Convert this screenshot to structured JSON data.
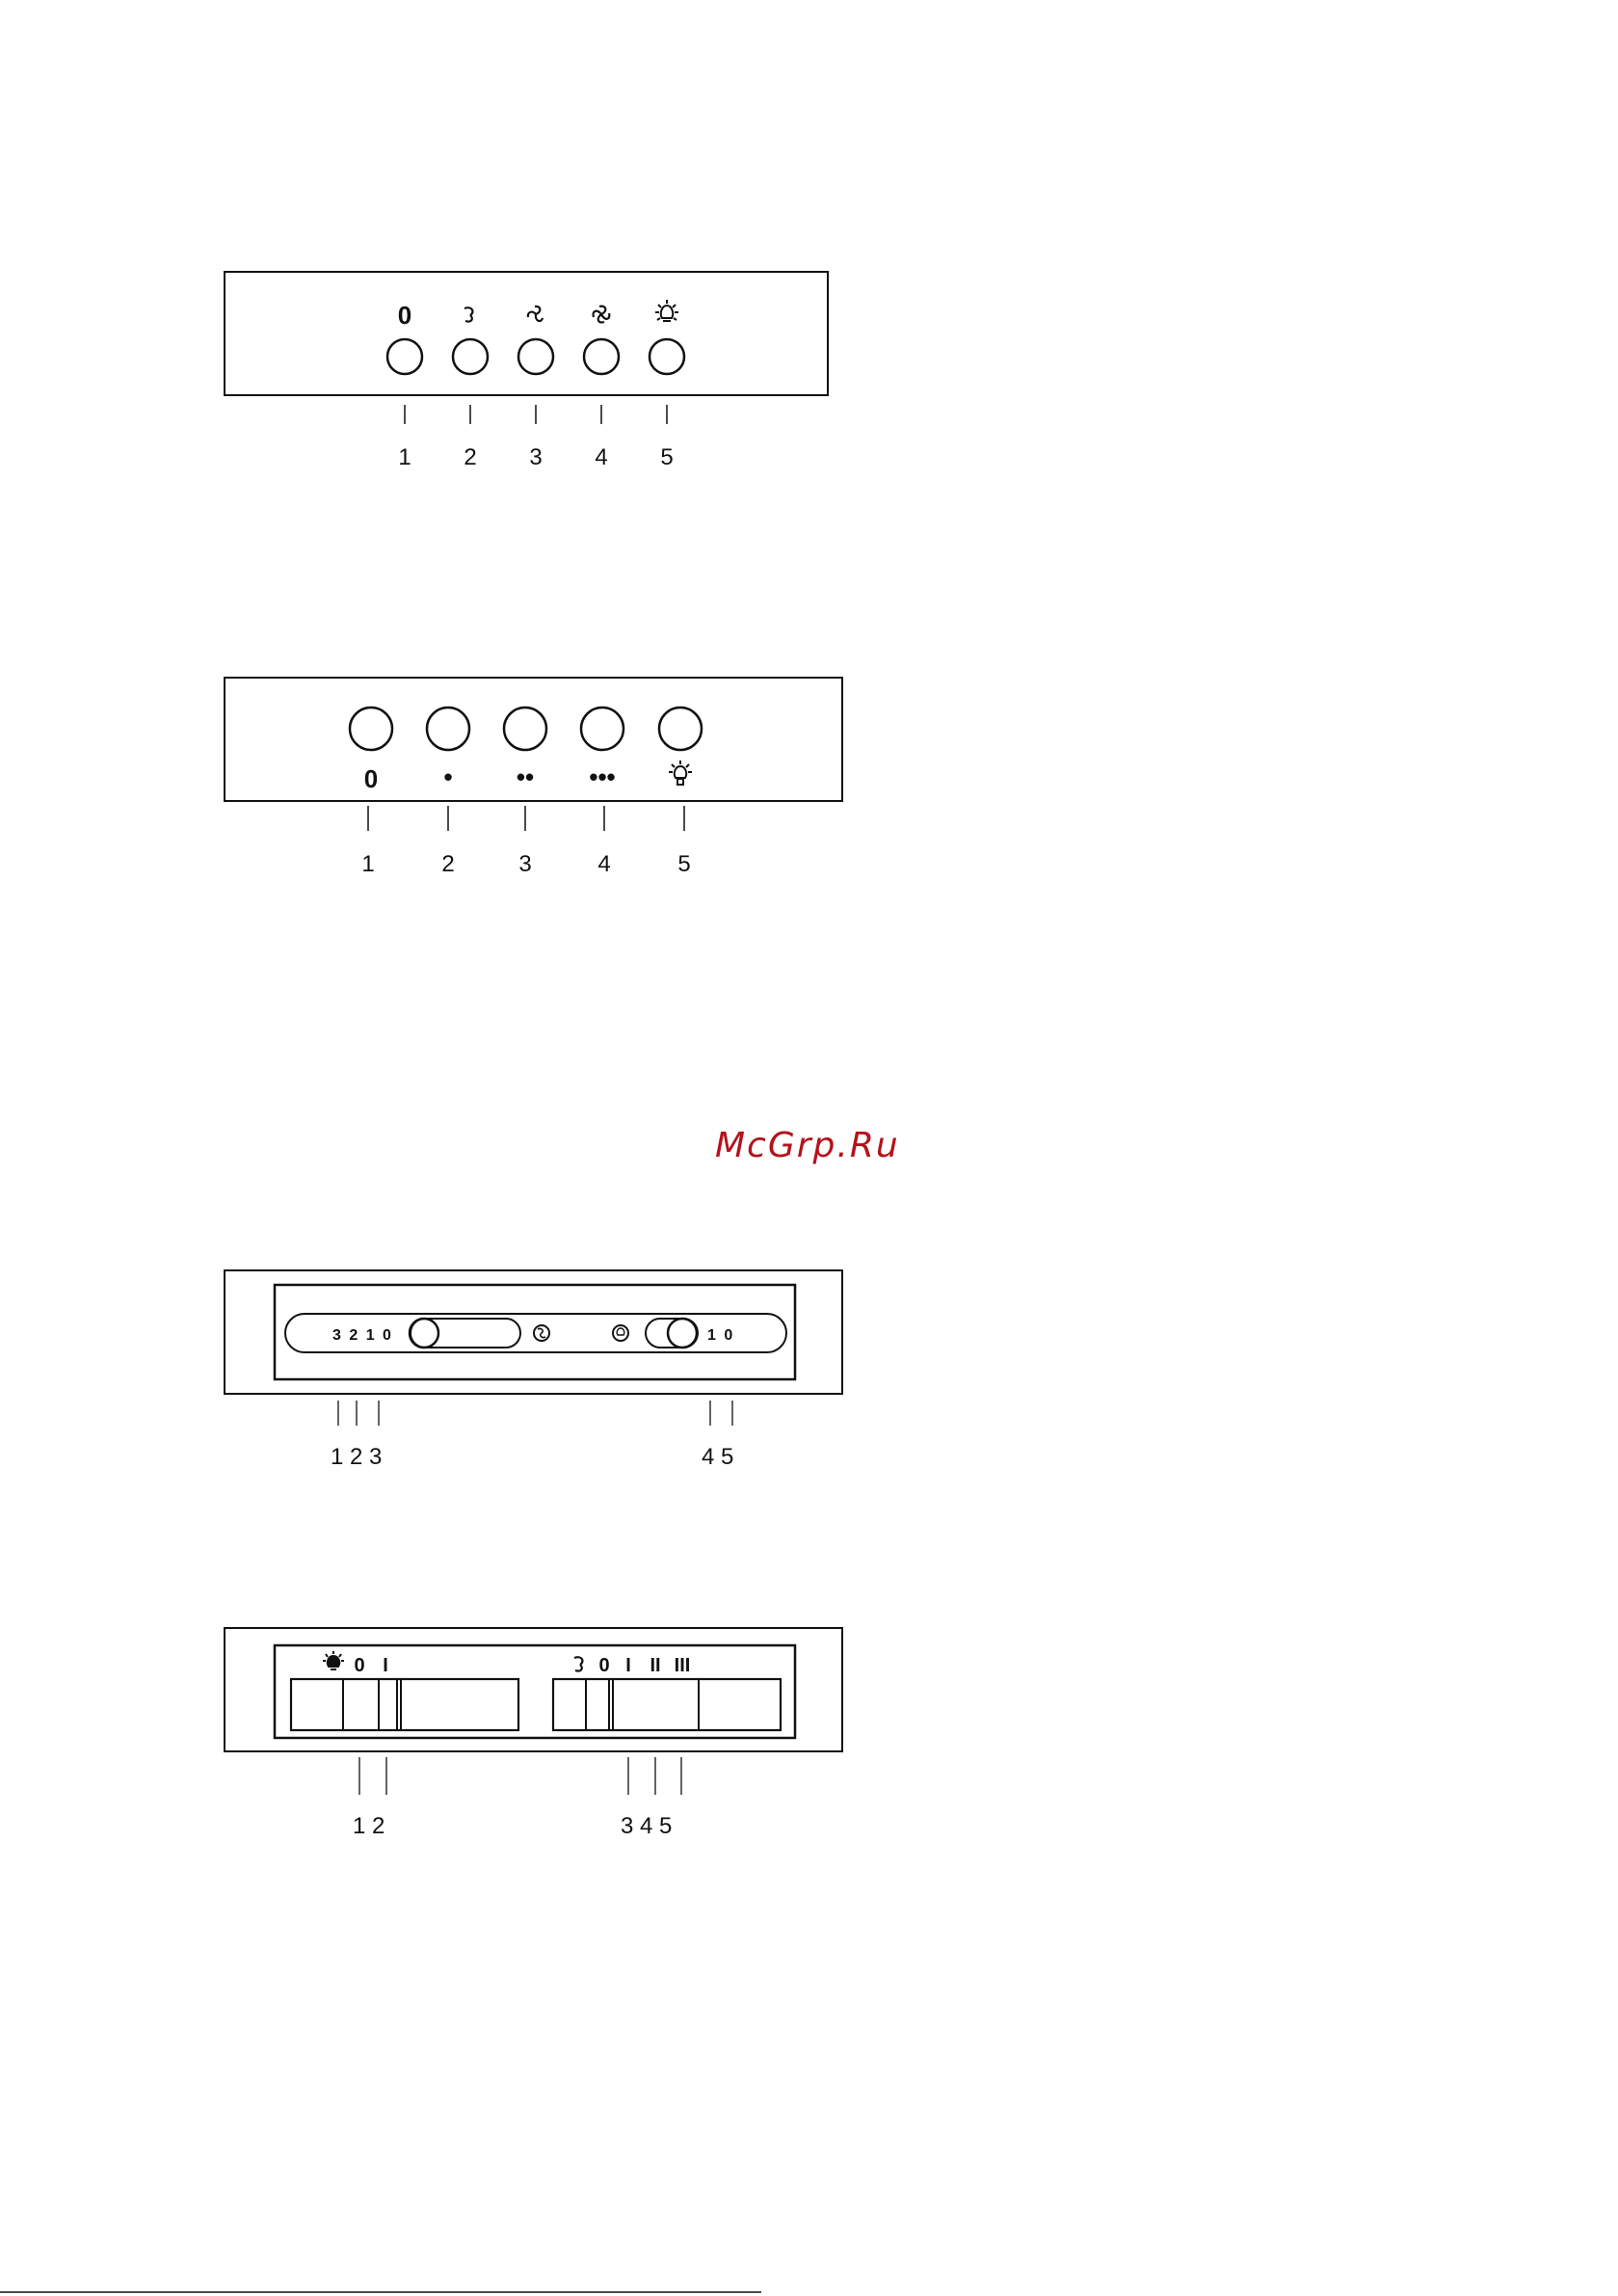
{
  "watermark": {
    "text": "McGrp.Ru",
    "color": "#b5121b"
  },
  "diagram1": {
    "off_label": "0",
    "icons": [
      "fan-speed-1-icon",
      "fan-speed-2-icon",
      "fan-speed-3-icon",
      "light-bulb-icon"
    ],
    "callouts": [
      "1",
      "2",
      "3",
      "4",
      "5"
    ]
  },
  "diagram2": {
    "off_label": "0",
    "speed_symbols": [
      "•",
      "••",
      "•••"
    ],
    "icons": [
      "light-bulb-icon"
    ],
    "callouts": [
      "1",
      "2",
      "3",
      "4",
      "5"
    ]
  },
  "diagram3": {
    "fan_scale": "3 2 1 0",
    "light_scale": "1 0",
    "icons": [
      "fan-icon",
      "light-bulb-icon"
    ],
    "callouts_left": "1 2 3",
    "callouts_right": "4 5"
  },
  "diagram4": {
    "light_labels": [
      "0",
      "I"
    ],
    "fan_labels": [
      "0",
      "I",
      "II",
      "III"
    ],
    "icons": [
      "light-bulb-icon",
      "fan-icon"
    ],
    "callouts_left": "1 2",
    "callouts_right": "3 4 5"
  }
}
